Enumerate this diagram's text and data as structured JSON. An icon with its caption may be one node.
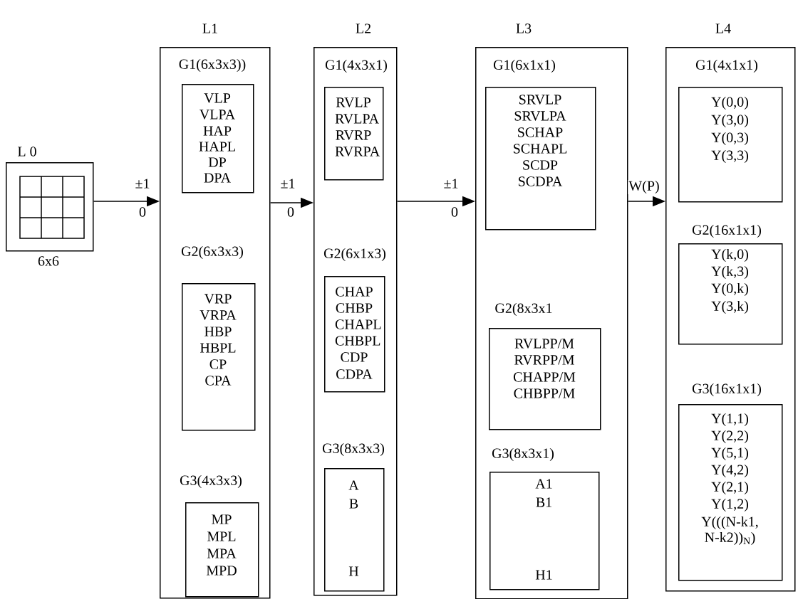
{
  "diagram": {
    "nodes": [
      {
        "text": [
          "L 0"
        ],
        "beside": [
          "6x6"
        ]
      },
      {
        "text": [
          "L1"
        ]
      },
      {
        "text": [
          "G1(6x3x3))",
          "VLP",
          "VLPA",
          "HAP",
          "HAPL",
          "DP",
          "DPA"
        ],
        "in": 1
      },
      {
        "text": [
          "G2(6x3x3)",
          "VRP",
          "VRPA",
          "HBP",
          "HBPL",
          "CP",
          "CPA"
        ],
        "in": 1
      },
      {
        "text": [
          "G3(4x3x3)",
          "MP",
          "MPL",
          "MPA",
          "MPD"
        ],
        "in": 1
      },
      {
        "text": [
          "L2"
        ]
      },
      {
        "text": [
          "G1(4x3x1)",
          "RVLP",
          "RVLPA",
          "RVRP",
          "RVRPA"
        ],
        "in": 5
      },
      {
        "text": [
          "G2(6x1x3)",
          "CHAP",
          "CHBP",
          "CHAPL",
          "CHBPL",
          "CDP",
          "CDPA"
        ],
        "in": 5
      },
      {
        "text": [
          "G3(8x3x3)",
          "A",
          "B",
          "H"
        ],
        "in": 5
      },
      {
        "text": [
          "L3"
        ]
      },
      {
        "text": [
          "G1(6x1x1)",
          "SRVLP",
          "SRVLPA",
          "SCHAP",
          "SCHAPL",
          "SCDP",
          "SCDPA"
        ],
        "in": 9
      },
      {
        "text": [
          "G2(8x3x1",
          "RVLPP/M",
          "RVRPP/M",
          "CHAPP/M",
          "CHBPP/M"
        ],
        "in": 9
      },
      {
        "text": [
          "G3(8x3x1)",
          "A1",
          "B1",
          "H1"
        ],
        "in": 9
      },
      {
        "text": [
          "L4"
        ]
      },
      {
        "text": [
          "G1(4x1x1)",
          "Y(0,0)",
          "Y(3,0)",
          "Y(0,3)",
          "Y(3,3)"
        ],
        "in": 13
      },
      {
        "text": [
          "G2(16x1x1)",
          "Y(k,0)",
          "Y(k,3)",
          "Y(0,k)",
          "Y(3,k)"
        ],
        "in": 13
      },
      {
        "text": [
          "G3(16x1x1)",
          "Y(1,1)",
          "Y(2,2)",
          "Y(5,1)",
          "Y(4,2)",
          "Y(2,1)",
          "Y(1,2)",
          "Y(((N-k1, N-k2))$_{N}$)"
        ],
        "in": 13
      }
    ],
    "edges": [
      {
        "from": 0,
        "to": 1,
        "arrow": "to",
        "label": "±1"
      },
      {
        "from": 1,
        "to": 5,
        "arrow": "to",
        "label": "±1"
      },
      {
        "from": 5,
        "to": 9,
        "arrow": "to",
        "label": "±1"
      },
      {
        "from": 9,
        "to": 13,
        "arrow": "to",
        "label": "W(P)"
      }
    ],
    "labels": [
      "0",
      "0",
      "0"
    ]
  }
}
